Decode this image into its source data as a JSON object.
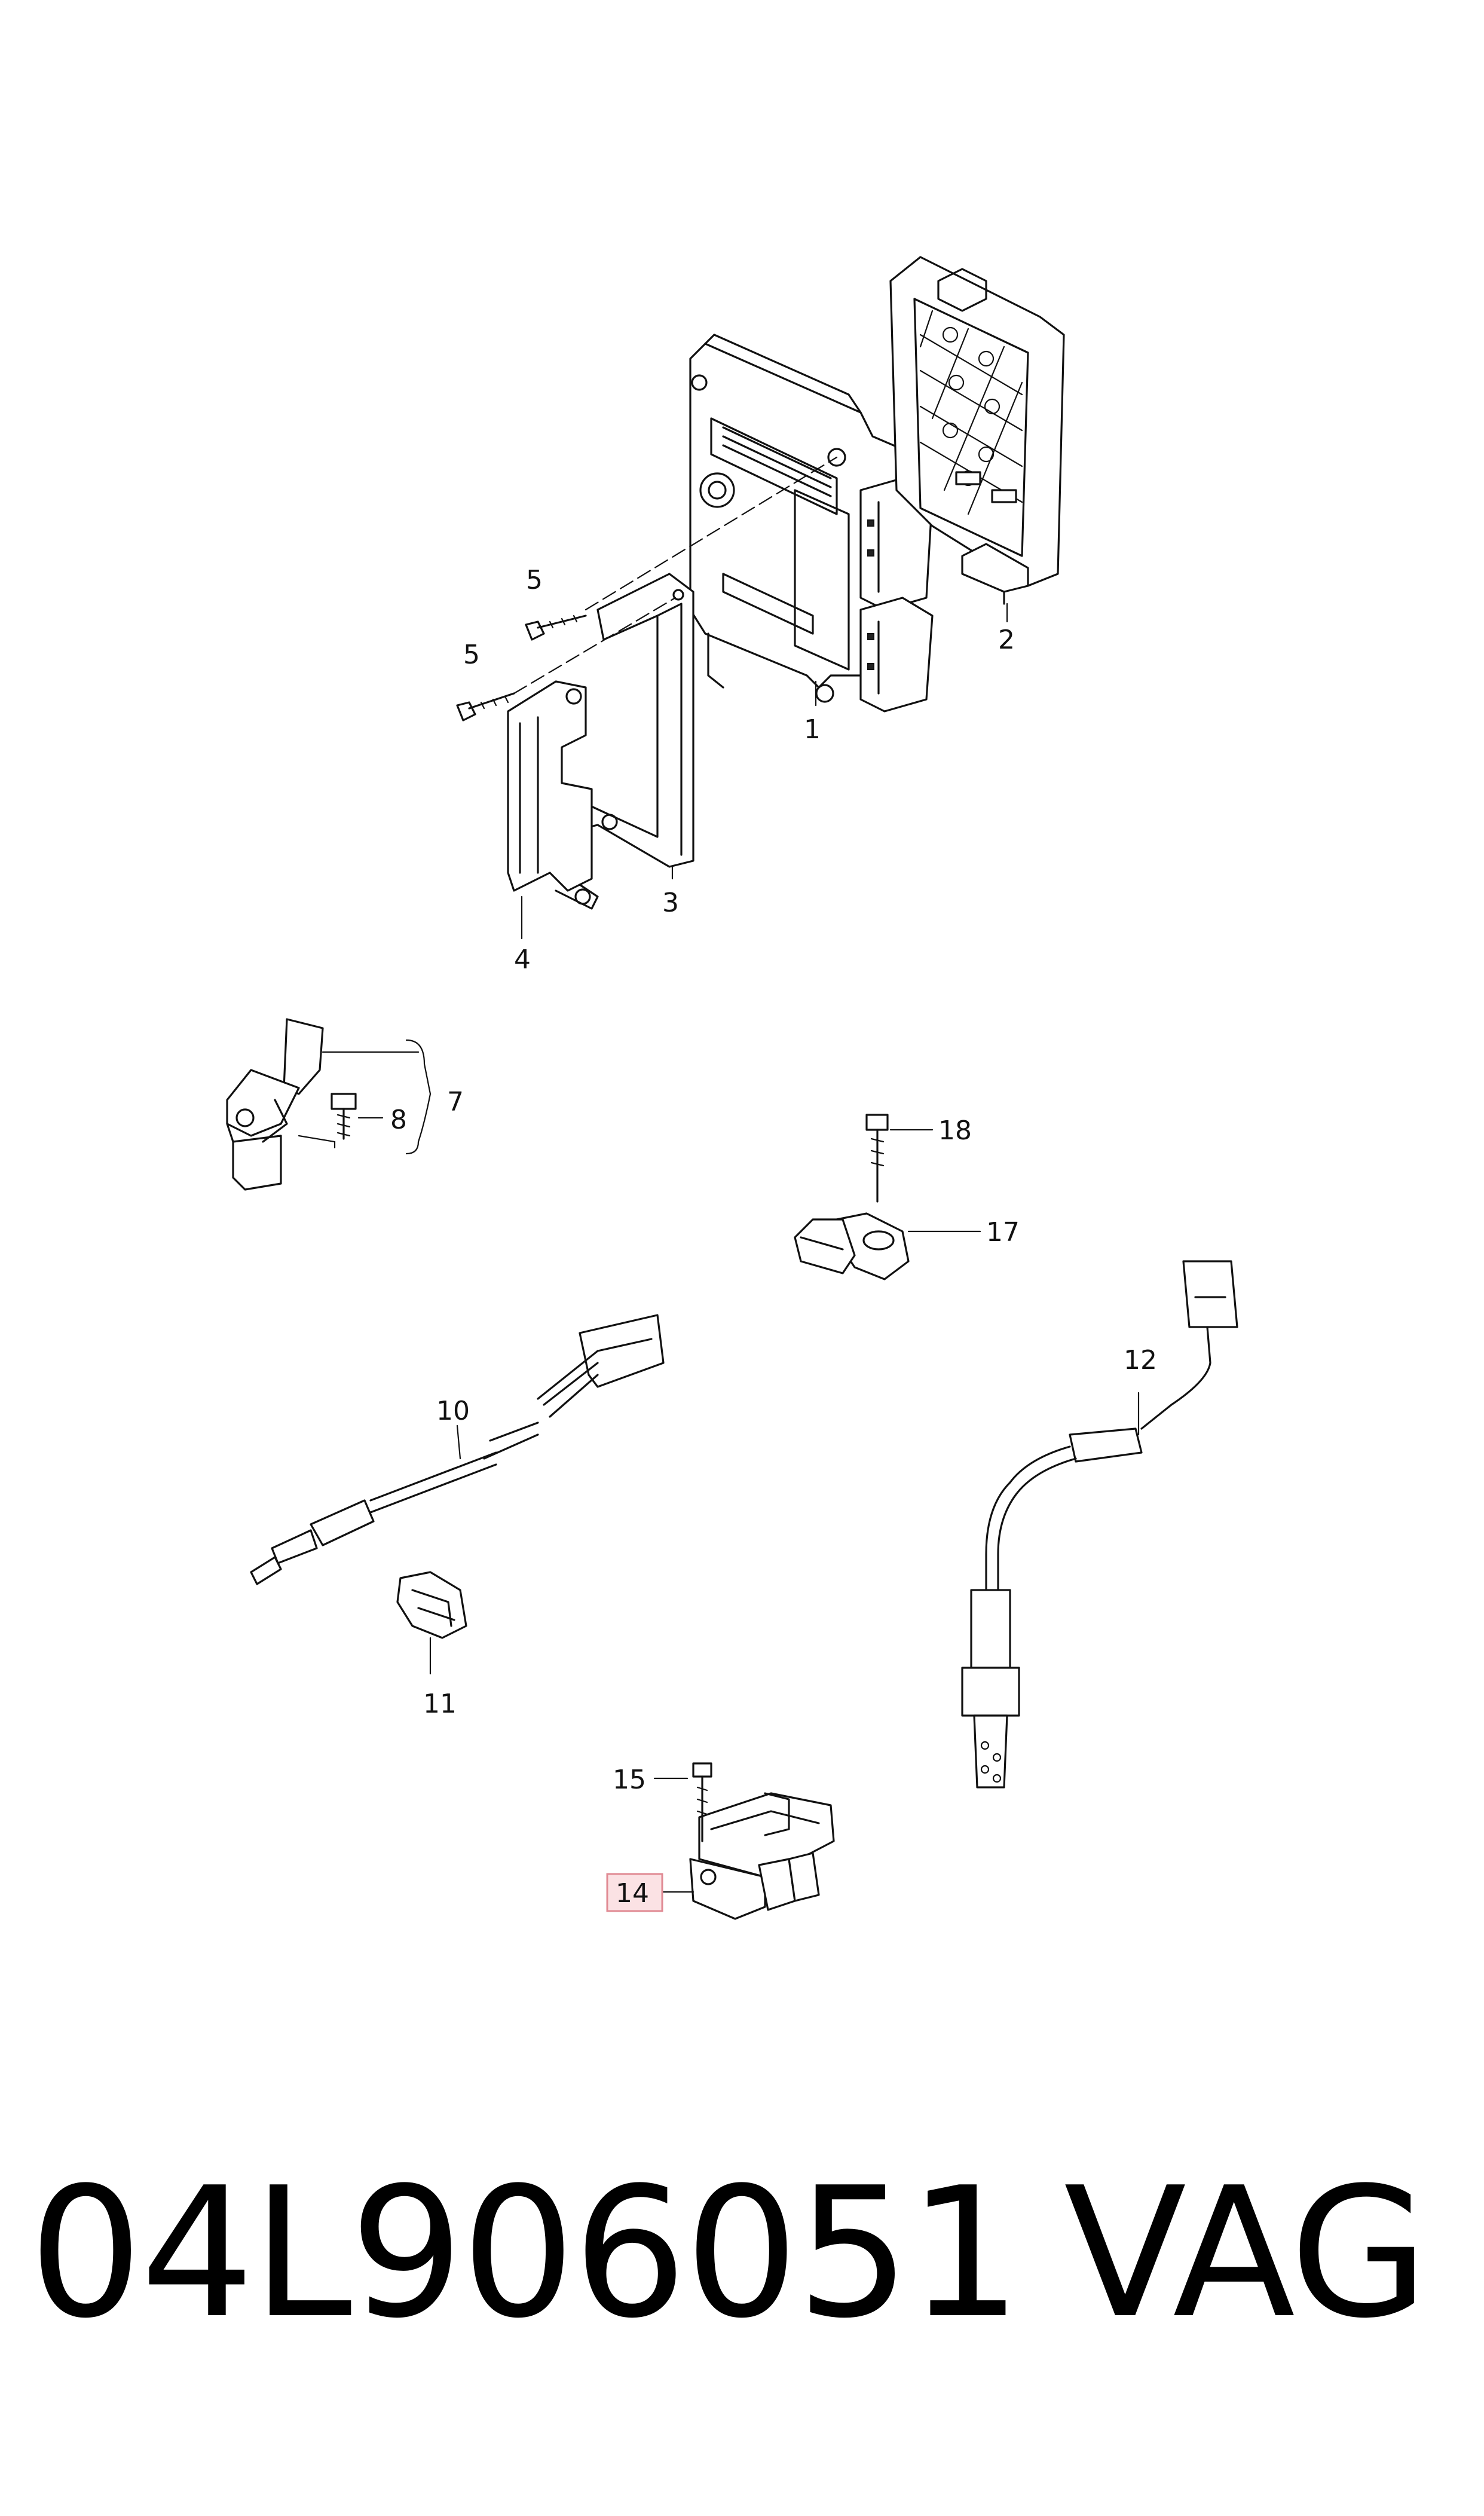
{
  "callouts": [
    {
      "id": "1",
      "text": "1"
    },
    {
      "id": "2",
      "text": "2"
    },
    {
      "id": "3",
      "text": "3"
    },
    {
      "id": "4",
      "text": "4"
    },
    {
      "id": "5a",
      "text": "5"
    },
    {
      "id": "5b",
      "text": "5"
    },
    {
      "id": "7",
      "text": "7"
    },
    {
      "id": "8",
      "text": "8"
    },
    {
      "id": "10",
      "text": "10"
    },
    {
      "id": "11",
      "text": "11"
    },
    {
      "id": "12",
      "text": "12"
    },
    {
      "id": "14",
      "text": "14",
      "highlighted": true
    },
    {
      "id": "15",
      "text": "15"
    },
    {
      "id": "17",
      "text": "17"
    },
    {
      "id": "18",
      "text": "18"
    }
  ],
  "footer": {
    "part_number": "04L906051",
    "brand": "VAG"
  },
  "colors": {
    "line": "#111111",
    "highlight_fill": "#fbe2e4",
    "highlight_stroke": "#e08a93"
  }
}
